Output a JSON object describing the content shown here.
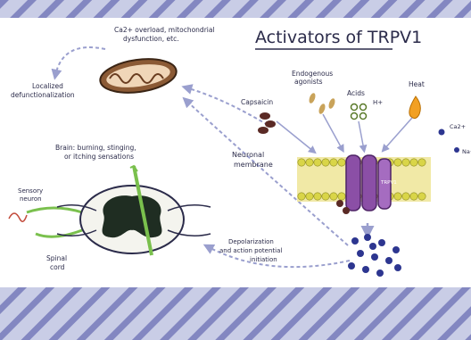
{
  "title": "Activators of TRPV1",
  "labels": {
    "mito_effect_line1": "Ca2+ overload, mitochondrial",
    "mito_effect_line2": "dysfunction, etc.",
    "localized_line1": "Localized",
    "localized_line2": "defunctionalization",
    "capsaicin": "Capsaicin",
    "endogenous_line1": "Endogenous",
    "endogenous_line2": "agonists",
    "acids_line1": "Acids",
    "acids_line2": "H+",
    "heat": "Heat",
    "ca_ion": "Ca2+",
    "na_ion": "Na+",
    "neuronal_line1": "Neuronal",
    "neuronal_line2": "membrane",
    "trpv1": "TRPV1",
    "brain_line1": "Brain: burning, stinging,",
    "brain_line2": "or itching sensations",
    "sensory_line1": "Sensory",
    "sensory_line2": "neuron",
    "spinal_line1": "Spinal",
    "spinal_line2": "cord",
    "depol_line1": "Depolarization",
    "depol_line2": "and action potential",
    "depol_line3": "initiation"
  },
  "colors": {
    "stripe_bg": "#c9cde6",
    "stripe_line": "#6c70b4",
    "ink": "#2b2b4a",
    "arrow": "#9a9fce",
    "lipid_head": "#d9d548",
    "lipid_tail": "#f1e9a6",
    "channel": "#8b4fa6",
    "mito": "#8b5a35",
    "ion_dot": "#2d3690",
    "capsaicin": "#5a2a25",
    "agonist": "#c9a35a",
    "heat": "#f2a023",
    "green_fiber": "#7ac04d",
    "cord_gray": "#1f2d22"
  }
}
